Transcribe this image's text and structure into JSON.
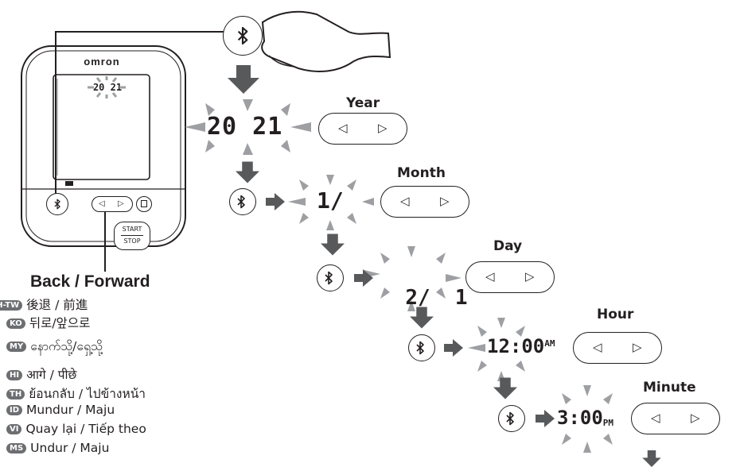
{
  "device": {
    "brand": "omron",
    "display_year": "20 21",
    "start_stop_label_top": "START",
    "start_stop_label_bottom": "STOP",
    "left_arrow": "◁",
    "right_arrow": "▷"
  },
  "steps": [
    {
      "label": "Year",
      "display": "20 21",
      "suffix": ""
    },
    {
      "label": "Month",
      "display": "1/",
      "suffix": ""
    },
    {
      "label": "Day",
      "display": "2/  1",
      "suffix": ""
    },
    {
      "label": "Hour",
      "display": "12:00",
      "suffix": "AM"
    },
    {
      "label": "Minute",
      "display": "3:00",
      "suffix": "PM"
    }
  ],
  "legend": {
    "title": "Back / Forward",
    "languages": [
      {
        "code": "ZH-TW",
        "text": "後退 / 前進"
      },
      {
        "code": "KO",
        "text": "뒤로/앞으로"
      },
      {
        "code": "MY",
        "text": "နောက်သို့/ရှေ့သို့"
      },
      {
        "code": "HI",
        "text": "आगे / पीछे"
      },
      {
        "code": "TH",
        "text": "ย้อนกลับ / ไปข้างหน้า"
      },
      {
        "code": "ID",
        "text": "Mundur / Maju"
      },
      {
        "code": "VI",
        "text": "Quay lại / Tiếp theo"
      },
      {
        "code": "MS",
        "text": "Undur / Maju"
      }
    ]
  },
  "icons": {
    "bluetooth": "bluetooth-icon",
    "flow_arrow": "down-arrow-icon",
    "hand": "pressing-hand-icon"
  },
  "colors": {
    "ink": "#231f20",
    "arrow": "#58595b",
    "badge": "#6d6e71",
    "ray": "#9d9fa2"
  }
}
